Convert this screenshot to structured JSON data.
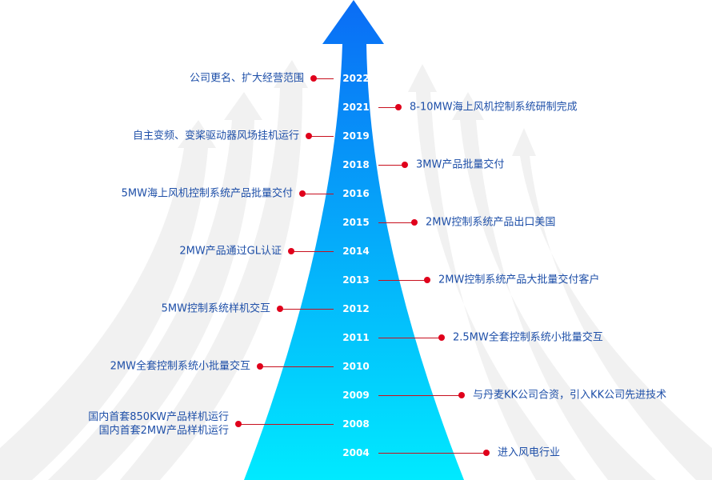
{
  "colors": {
    "arrow_top": "#0a6cf5",
    "arrow_bottom": "#00eaff",
    "text": "#1e4fa8",
    "dot": "#e0001b"
  },
  "timeline": [
    {
      "year": "2022",
      "side": "left",
      "event": "公司更名、扩大经营范围"
    },
    {
      "year": "2021",
      "side": "right",
      "event": "8-10MW海上风机控制系统研制完成"
    },
    {
      "year": "2019",
      "side": "left",
      "event": "自主变频、变桨驱动器风场挂机运行"
    },
    {
      "year": "2018",
      "side": "right",
      "event": "3MW产品批量交付"
    },
    {
      "year": "2016",
      "side": "left",
      "event": "5MW海上风机控制系统产品批量交付"
    },
    {
      "year": "2015",
      "side": "right",
      "event": "2MW控制系统产品出口美国"
    },
    {
      "year": "2014",
      "side": "left",
      "event": "2MW产品通过GL认证"
    },
    {
      "year": "2013",
      "side": "right",
      "event": "2MW控制系统产品大批量交付客户"
    },
    {
      "year": "2012",
      "side": "left",
      "event": "5MW控制系统样机交互"
    },
    {
      "year": "2011",
      "side": "right",
      "event": "2.5MW全套控制系统小批量交互"
    },
    {
      "year": "2010",
      "side": "left",
      "event": "2MW全套控制系统小批量交互"
    },
    {
      "year": "2009",
      "side": "right",
      "event": "与丹麦KK公司合资，引入KK公司先进技术"
    },
    {
      "year": "2008",
      "side": "left",
      "event": "国内首套850KW产品样机运行",
      "event2": "国内首套2MW产品样机运行"
    },
    {
      "year": "2004",
      "side": "right",
      "event": "进入风电行业"
    }
  ]
}
